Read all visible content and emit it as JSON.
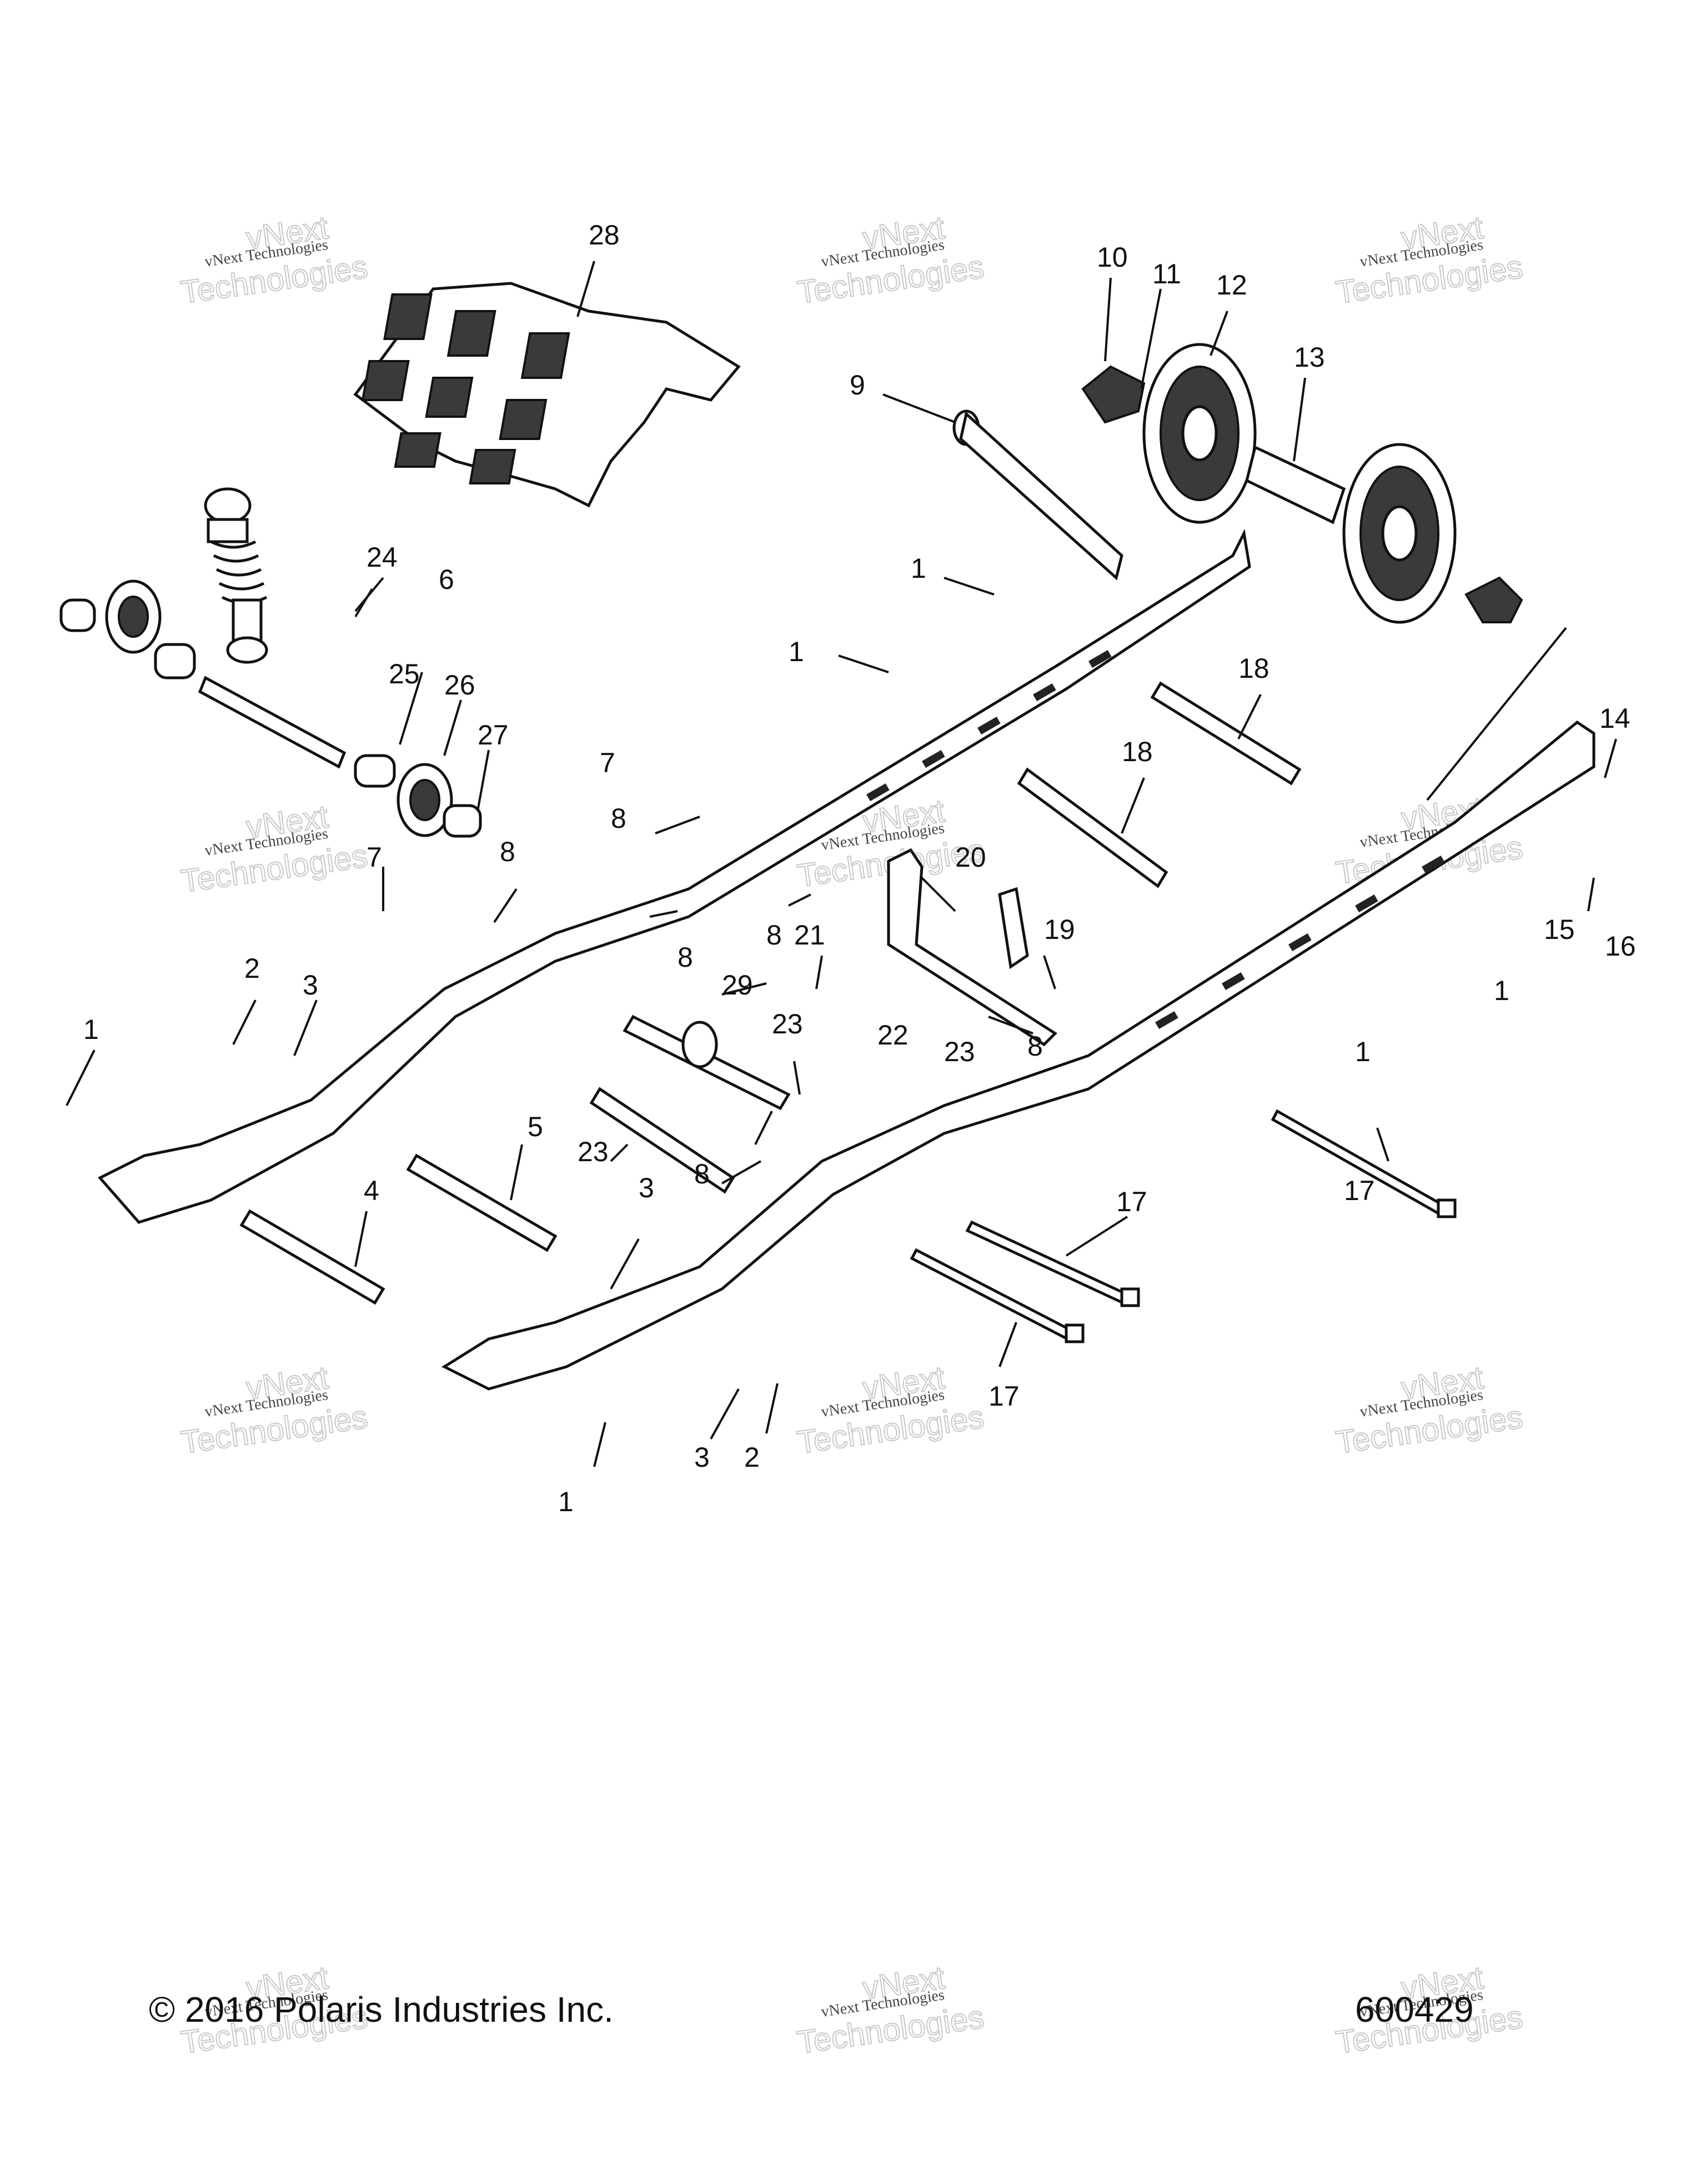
{
  "callouts": {
    "c1a": "1",
    "c1b": "1",
    "c1c": "1",
    "c1d": "1",
    "c1e": "1",
    "c1f": "1",
    "c2a": "2",
    "c2b": "2",
    "c3a": "3",
    "c3b": "3",
    "c3c": "3",
    "c4": "4",
    "c5": "5",
    "c6": "6",
    "c7a": "7",
    "c7b": "7",
    "c8a": "8",
    "c8b": "8",
    "c8c": "8",
    "c8d": "8",
    "c8e": "8",
    "c8f": "8",
    "c9": "9",
    "c10": "10",
    "c11": "11",
    "c12": "12",
    "c13": "13",
    "c14": "14",
    "c15": "15",
    "c16": "16",
    "c17a": "17",
    "c17b": "17",
    "c17c": "17",
    "c18a": "18",
    "c18b": "18",
    "c19": "19",
    "c20": "20",
    "c21": "21",
    "c22": "22",
    "c23a": "23",
    "c23b": "23",
    "c23c": "23",
    "c24": "24",
    "c25": "25",
    "c26": "26",
    "c27": "27",
    "c28": "28",
    "c29": "29"
  },
  "watermark": {
    "line1": "vNext Technologies",
    "line2": "Technologies",
    "line3": "vNext"
  },
  "footer": {
    "copyright": "© 2016 Polaris Industries Inc.",
    "drawing_number": "600429"
  }
}
